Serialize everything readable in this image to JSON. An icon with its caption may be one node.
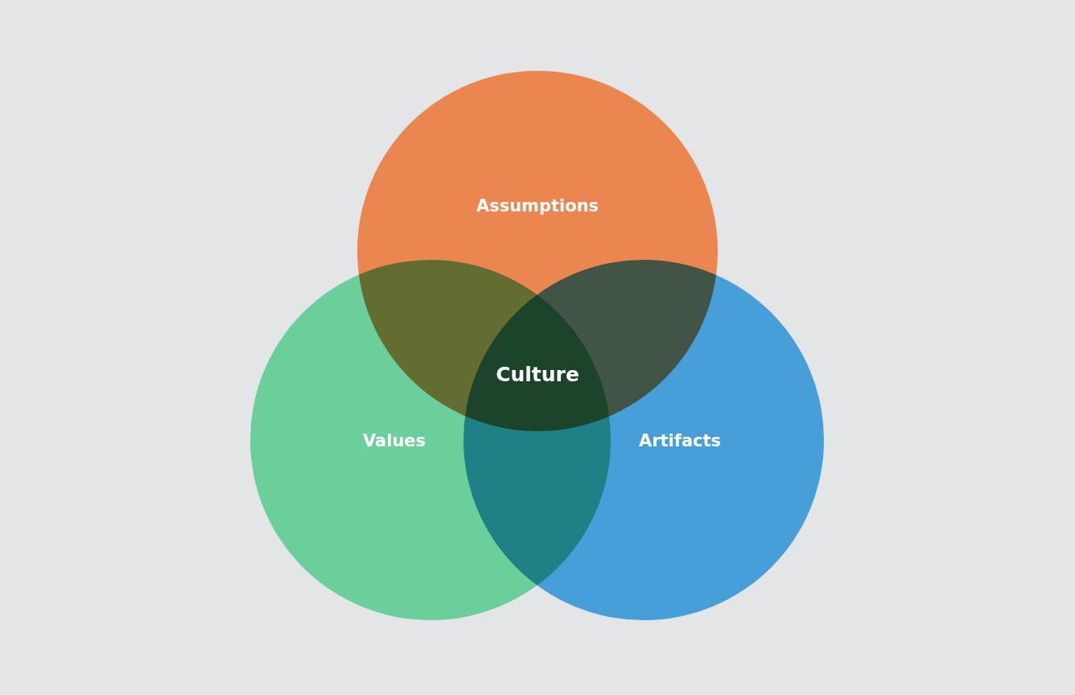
{
  "diagram": {
    "nodes": [
      {
        "text": [
          "Assumptions"
        ]
      },
      {
        "text": [
          "Values"
        ]
      },
      {
        "text": [
          "Artifacts"
        ]
      },
      {
        "text": [
          "Culture"
        ]
      }
    ]
  }
}
